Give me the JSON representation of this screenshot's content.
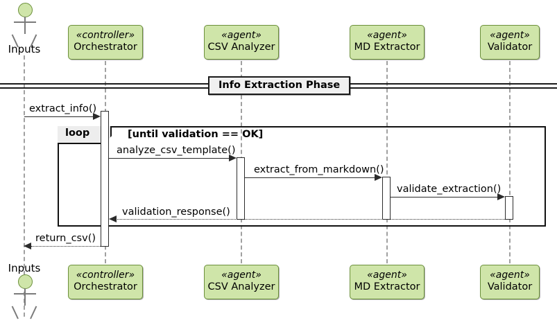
{
  "diagram": {
    "type": "uml-sequence-diagram",
    "colors": {
      "participant_fill": "#cfe5a9",
      "participant_border": "#6b8f3a",
      "lifeline": "#a0a0a0",
      "line": "#2b2b2b",
      "divider_fill": "#f0f0f0",
      "fragment_tab_fill": "#ededed"
    }
  },
  "actor": {
    "name": "Inputs",
    "top_label": "Inputs",
    "bottom_label": "Inputs",
    "icon": "actor-stick-figure"
  },
  "participants": [
    {
      "stereotype": "«controller»",
      "name": "Orchestrator"
    },
    {
      "stereotype": "«agent»",
      "name": "CSV Analyzer"
    },
    {
      "stereotype": "«agent»",
      "name": "MD Extractor"
    },
    {
      "stereotype": "«agent»",
      "name": "Validator"
    }
  ],
  "divider": {
    "label": "Info Extraction Phase"
  },
  "fragment": {
    "operator": "loop",
    "guard": "[until validation == OK]"
  },
  "messages": [
    {
      "label": "extract_info()",
      "kind": "call",
      "from": "Inputs",
      "to": "Orchestrator"
    },
    {
      "label": "analyze_csv_template()",
      "kind": "call",
      "from": "Orchestrator",
      "to": "CSV Analyzer"
    },
    {
      "label": "extract_from_markdown()",
      "kind": "call",
      "from": "CSV Analyzer",
      "to": "MD Extractor"
    },
    {
      "label": "validate_extraction()",
      "kind": "call",
      "from": "MD Extractor",
      "to": "Validator"
    },
    {
      "label": "validation_response()",
      "kind": "return",
      "from": "Validator",
      "to": "Orchestrator"
    },
    {
      "label": "return_csv()",
      "kind": "return",
      "from": "Orchestrator",
      "to": "Inputs"
    }
  ]
}
